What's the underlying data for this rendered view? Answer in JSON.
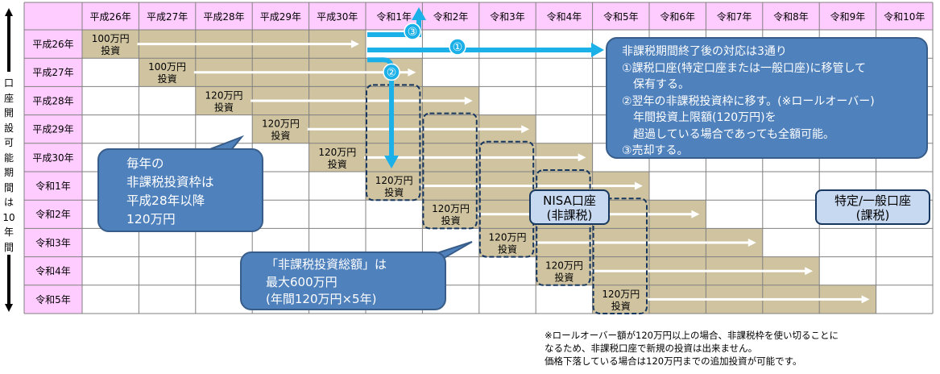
{
  "years": [
    "平成26年",
    "平成27年",
    "平成28年",
    "平成29年",
    "平成30年",
    "令和1年",
    "令和2年",
    "令和3年",
    "令和4年",
    "令和5年",
    "令和6年",
    "令和7年",
    "令和8年",
    "令和9年",
    "令和10年"
  ],
  "rows": [
    "平成26年",
    "平成27年",
    "平成28年",
    "平成29年",
    "平成30年",
    "令和1年",
    "令和2年",
    "令和3年",
    "令和4年",
    "令和5年"
  ],
  "side_label": "口座開設可能期間は10年間",
  "cells": [
    {
      "row": 0,
      "amount": "100万円",
      "label": "投資"
    },
    {
      "row": 1,
      "amount": "100万円",
      "label": "投資"
    },
    {
      "row": 2,
      "amount": "120万円",
      "label": "投資"
    },
    {
      "row": 3,
      "amount": "120万円",
      "label": "投資"
    },
    {
      "row": 4,
      "amount": "120万円",
      "label": "投資"
    },
    {
      "row": 5,
      "amount": "120万円",
      "label": "投資"
    },
    {
      "row": 6,
      "amount": "120万円",
      "label": "投資"
    },
    {
      "row": 7,
      "amount": "120万円",
      "label": "投資"
    },
    {
      "row": 8,
      "amount": "120万円",
      "label": "投資"
    },
    {
      "row": 9,
      "amount": "120万円",
      "label": "投資"
    }
  ],
  "markers": {
    "one": "①",
    "two": "②",
    "three": "③"
  },
  "callout_options": {
    "lines": [
      "非課税期間終了後の対応は3通り",
      "①課税口座(特定口座または一般口座)に移管して",
      "　保有する。",
      "②翌年の非課税投資枠に移す。(※ロールオーバー)",
      "　年間投資上限額(120万円)を",
      "　超過している場合であっても全額可能。",
      "③売却する。"
    ]
  },
  "callout_annual": {
    "lines": [
      "毎年の",
      "非課税投資枠は",
      "平成28年以降",
      "120万円"
    ]
  },
  "callout_total": {
    "lines": [
      "「非課税投資総額」は",
      "最大600万円",
      "(年間120万円×5年)"
    ]
  },
  "tag_nisa": {
    "line1": "NISA口座",
    "line2": "(非課税)"
  },
  "tag_taxable": {
    "line1": "特定/一般口座",
    "line2": "(課税)"
  },
  "footnote": "※ロールオーバー額が120万円以上の場合、非課税枠を使い切ることに\nなるため、非課税口座で新規の投資は出来ません。\n価格下落している場合は120万円までの追加投資が可能です。",
  "colors": {
    "header_bg": "#ffccff",
    "investment_bg": "#cfc3a0",
    "arrow_blue": "#1cb0e8",
    "bubble": "#4f81bd",
    "tag_bg": "#c6d9f1",
    "dashed": "#17375e"
  }
}
